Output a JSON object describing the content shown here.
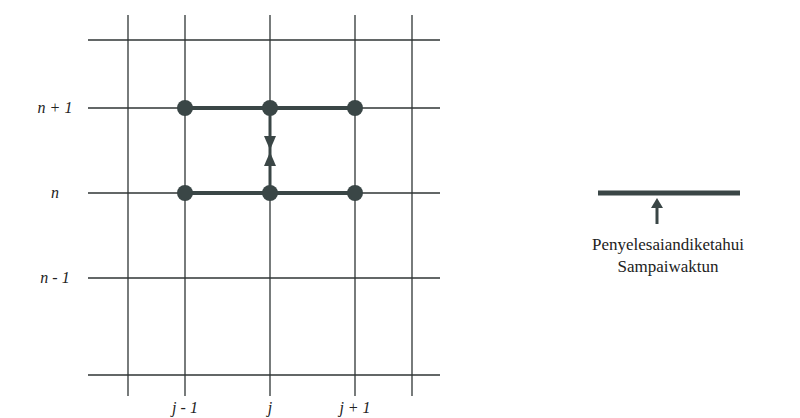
{
  "diagram": {
    "labels": [
      "n + 1",
      "n",
      "n - 1",
      "j - 1",
      "j",
      "j + 1",
      "Penyelesaiandiketahui Sampaiwaktun"
    ]
  }
}
